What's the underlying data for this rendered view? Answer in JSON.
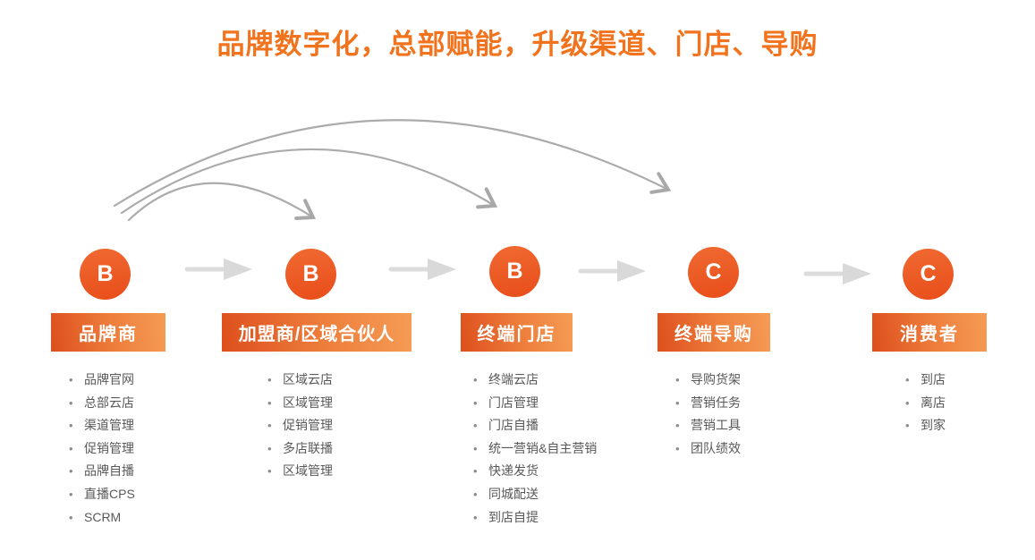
{
  "title": "品牌数字化，总部赋能，升级渠道、门店、导购",
  "columns": [
    {
      "badge": "B",
      "label": "品牌商",
      "items": [
        "品牌官网",
        "总部云店",
        "渠道管理",
        "促销管理",
        "品牌自播",
        "直播CPS",
        "SCRM"
      ]
    },
    {
      "badge": "B",
      "label": "加盟商/区域合伙人",
      "items": [
        "区域云店",
        "区域管理",
        "促销管理",
        "多店联播",
        "区域管理"
      ]
    },
    {
      "badge": "B",
      "label": "终端门店",
      "items": [
        "终端云店",
        "门店管理",
        "门店自播",
        "统一营销&自主营销",
        "快递发货",
        "同城配送",
        "到店自提"
      ]
    },
    {
      "badge": "C",
      "label": "终端导购",
      "items": [
        "导购货架",
        "营销任务",
        "营销工具",
        "团队绩效"
      ]
    },
    {
      "badge": "C",
      "label": "消费者",
      "items": [
        "到店",
        "离店",
        "到家"
      ]
    }
  ],
  "icons": {
    "flow_arrow": "right-arrow-icon",
    "feedback_arrow": "curved-arrow-icon"
  },
  "colors": {
    "title_orange": "#f2731d",
    "box_gradient_start": "#dd4f1c",
    "box_gradient_end": "#f59c55",
    "circle_orange": "#ea5420",
    "straight_arrow_gray": "#d9d9d9",
    "curved_arrow_gray": "#ababab",
    "list_text_gray": "#595959"
  }
}
